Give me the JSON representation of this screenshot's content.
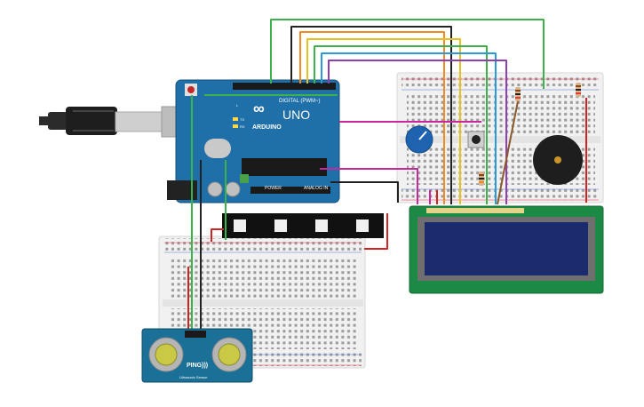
{
  "arduino": {
    "model": "UNO",
    "brand": "ARDUINO",
    "digital_label": "DIGITAL (PWM~)",
    "power_label": "POWER",
    "analog_label": "ANALOG IN",
    "led_tx": "TX",
    "led_rx": "RX",
    "led_l": "L",
    "board_color": "#1f6fa8"
  },
  "sensor": {
    "brand": "PING)))",
    "model_text": "Ultrasonic Sensor",
    "board_color": "#1a7096"
  },
  "lcd": {
    "board_color": "#1c8a44",
    "screen_color": "#1c2b6e"
  },
  "colors": {
    "wire_green": "#3cb34a",
    "wire_black": "#222222",
    "wire_orange": "#f08a24",
    "wire_yellow": "#e8c11e",
    "wire_blue": "#2a9bd6",
    "wire_purple": "#8e3fb0",
    "wire_magenta": "#c8289e",
    "wire_red": "#d32222",
    "wire_brown": "#8a5a2a",
    "breadboard": "#f2f2f2"
  }
}
